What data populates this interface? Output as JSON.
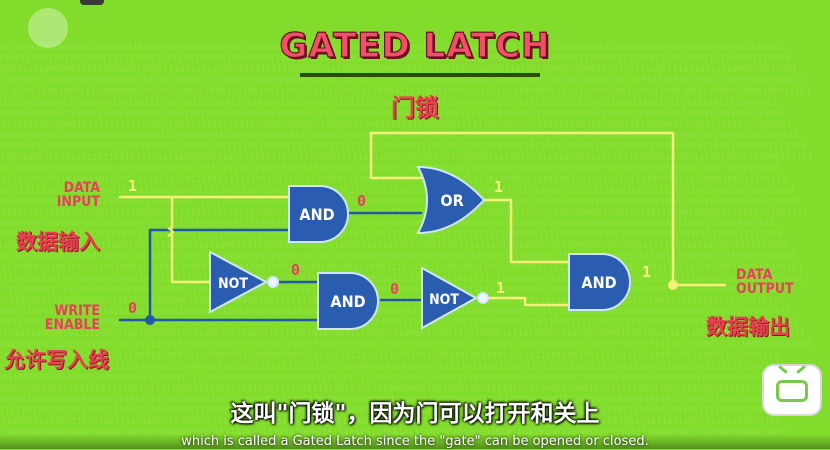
{
  "title": "GATED LATCH",
  "title_cn": "门锁",
  "labels": {
    "data_input_line1": "DATA",
    "data_input_line2": "INPUT",
    "data_input_cn": "数据输入",
    "write_enable_line1": "WRITE",
    "write_enable_line2": "ENABLE",
    "write_enable_cn": "允许写入线",
    "data_output_line1": "DATA",
    "data_output_line2": "OUTPUT",
    "data_output_cn": "数据输出"
  },
  "gates": {
    "and_top": "AND",
    "or": "OR",
    "not_left": "NOT",
    "and_middle": "AND",
    "not_right": "NOT",
    "and_right": "AND"
  },
  "values": {
    "data_input": "1",
    "and_top_out": "0",
    "or_out": "1",
    "not_left_out": "0",
    "write_enable": "0",
    "and_middle_out": "0",
    "not_right_out": "1",
    "output": "1"
  },
  "caption_cn": "这叫\"门锁\"，因为门可以打开和关上",
  "caption_en": "which is called a Gated Latch since the \"gate\" can be opened or closed.",
  "colors": {
    "background": "#82dc2c",
    "wire_active": "#f6f07a",
    "wire_inactive": "#1e5aa8",
    "gate_fill": "#2a5cb0",
    "label_pink": "#e8405a"
  }
}
